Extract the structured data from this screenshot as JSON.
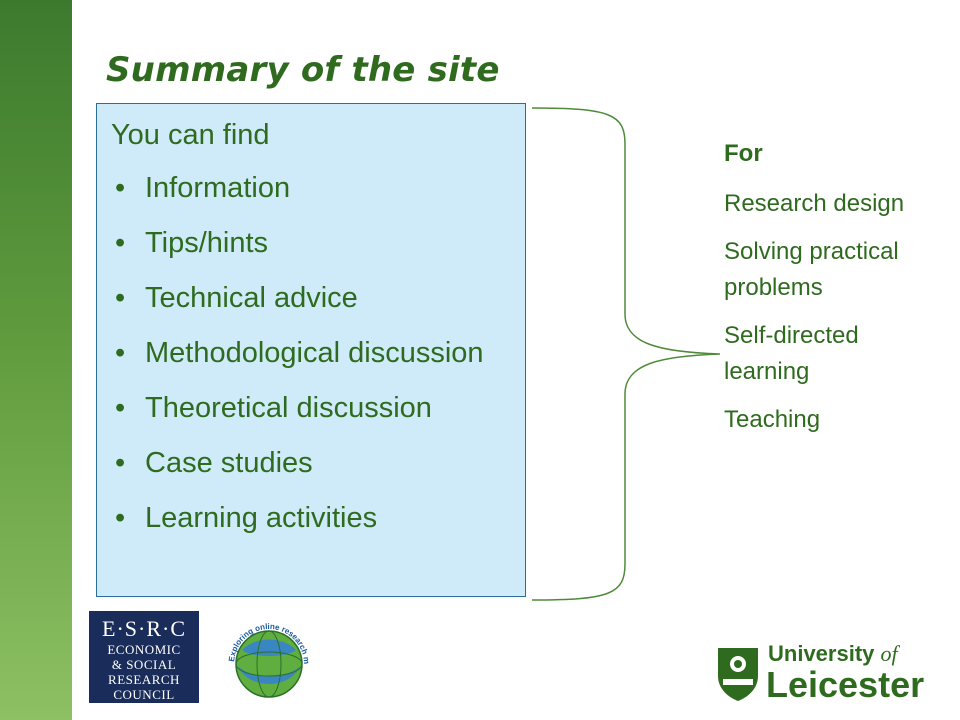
{
  "slide": {
    "title": "Summary of the site",
    "content": {
      "intro": "You can find",
      "items": [
        "Information",
        "Tips/hints",
        "Technical advice",
        "Methodological discussion",
        "Theoretical discussion",
        "Case studies",
        "Learning activities"
      ]
    },
    "for_panel": {
      "title": "For",
      "items": [
        "Research design",
        "Solving practical problems",
        "Self-directed learning",
        "Teaching"
      ]
    },
    "logos": {
      "esrc": {
        "line1": "E·S·R·C",
        "line2": "ECONOMIC",
        "line3": "& SOCIAL",
        "line4": "RESEARCH",
        "line5": "COUNCIL"
      },
      "globe_text": "Exploring online research methods in a virtual training environment",
      "university": {
        "line1": "University",
        "of": "of",
        "line2": "Leicester"
      }
    },
    "colors": {
      "accent_green": "#2f6b1f",
      "box_fill": "#cfeaf8",
      "box_border": "#2a6f9c",
      "esrc_navy": "#1a2c5a"
    }
  }
}
